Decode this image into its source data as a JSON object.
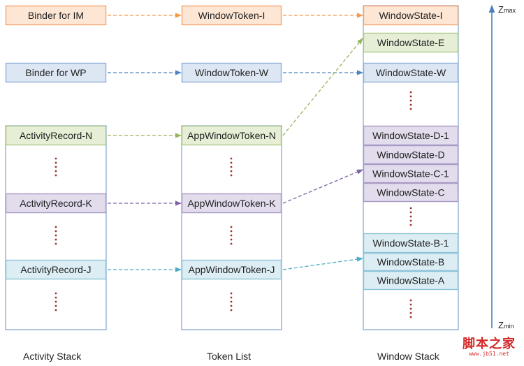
{
  "columns": {
    "activity_stack": "Activity Stack",
    "token_list": "Token List",
    "window_stack": "Window Stack"
  },
  "z_axis": {
    "max_letter": "Z",
    "max_sub": "max",
    "min_letter": "Z",
    "min_sub": "min"
  },
  "left_boxes": [
    {
      "id": "binder_im",
      "label": "Binder for IM",
      "style": "orange"
    },
    {
      "id": "binder_wp",
      "label": "Binder for WP",
      "style": "blue"
    }
  ],
  "activity_records": [
    {
      "id": "ar_n",
      "label": "ActivityRecord-N",
      "style": "green"
    },
    {
      "id": "ar_k",
      "label": "ActivityRecord-K",
      "style": "purple"
    },
    {
      "id": "ar_j",
      "label": "ActivityRecord-J",
      "style": "teal"
    }
  ],
  "tokens": [
    {
      "id": "wt_i",
      "label": "WindowToken-I",
      "style": "orange"
    },
    {
      "id": "wt_w",
      "label": "WindowToken-W",
      "style": "blue"
    },
    {
      "id": "awt_n",
      "label": "AppWindowToken-N",
      "style": "green"
    },
    {
      "id": "awt_k",
      "label": "AppWindowToken-K",
      "style": "purple"
    },
    {
      "id": "awt_j",
      "label": "AppWindowToken-J",
      "style": "teal"
    }
  ],
  "window_states": [
    {
      "id": "ws_i",
      "label": "WindowState-I",
      "style": "orange"
    },
    {
      "id": "ws_e",
      "label": "WindowState-E",
      "style": "green"
    },
    {
      "id": "ws_w",
      "label": "WindowState-W",
      "style": "blue"
    },
    {
      "id": "ws_d1",
      "label": "WindowState-D-1",
      "style": "purple"
    },
    {
      "id": "ws_d",
      "label": "WindowState-D",
      "style": "purple"
    },
    {
      "id": "ws_c1",
      "label": "WindowState-C-1",
      "style": "purple"
    },
    {
      "id": "ws_c",
      "label": "WindowState-C",
      "style": "purple"
    },
    {
      "id": "ws_b1",
      "label": "WindowState-B-1",
      "style": "teal"
    },
    {
      "id": "ws_b",
      "label": "WindowState-B",
      "style": "teal"
    },
    {
      "id": "ws_a",
      "label": "WindowState-A",
      "style": "teal"
    }
  ],
  "colors": {
    "orange": {
      "fill": "#fde6d4",
      "stroke": "#f4a571",
      "arrow": "#f59a4a"
    },
    "blue": {
      "fill": "#dde7f4",
      "stroke": "#8db0d8",
      "arrow": "#4f84c0"
    },
    "green": {
      "fill": "#e6efd6",
      "stroke": "#aec98a",
      "arrow": "#97b55c"
    },
    "purple": {
      "fill": "#e2dcec",
      "stroke": "#a99ac6",
      "arrow": "#8064a2"
    },
    "teal": {
      "fill": "#dcedf4",
      "stroke": "#8cc3d8",
      "arrow": "#4bacc6"
    },
    "frame": "#7ea3cc",
    "ellipsis": "#a0322e",
    "axis": "#4f7fbf"
  },
  "watermark": {
    "cn": "脚本之家",
    "en": "www.jb51.net"
  }
}
